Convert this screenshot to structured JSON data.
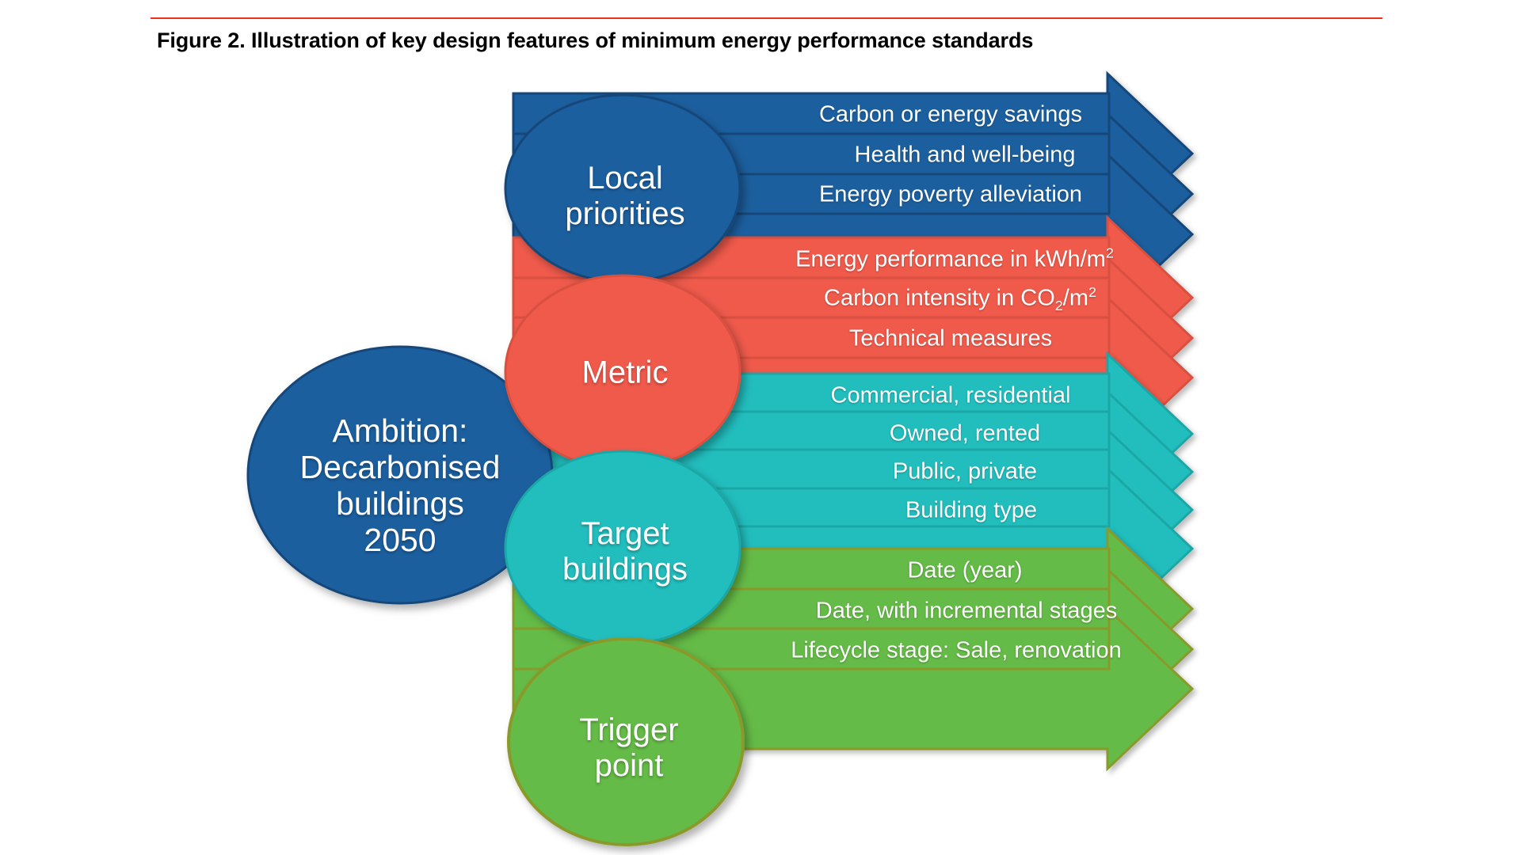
{
  "figure": {
    "title": "Figure 2. Illustration of key design features of minimum energy performance standards",
    "rule_color": "#ef3124"
  },
  "hub": {
    "label_lines": [
      "Ambition:",
      "Decarbonised",
      "buildings",
      "2050"
    ],
    "color": "#1b5e9e",
    "stroke": "#17477a"
  },
  "groups": [
    {
      "id": "local-priorities",
      "circle_label_lines": [
        "Local",
        "priorities"
      ],
      "color": "#1b5e9e",
      "stroke": "#17477a",
      "items": [
        "Carbon or energy savings",
        "Health and well-being",
        "Energy poverty alleviation"
      ]
    },
    {
      "id": "metric",
      "circle_label_lines": [
        "Metric"
      ],
      "color": "#ef5a4c",
      "stroke": "#d9503f",
      "items_html": [
        "Energy performance in kWh/m<sup>2</sup>",
        "Carbon intensity in CO<sub>2</sub>/m<sup>2</sup>",
        "Technical measures"
      ],
      "items": [
        "Energy performance in kWh/m2",
        "Carbon intensity in CO2/m2",
        "Technical measures"
      ]
    },
    {
      "id": "target-buildings",
      "circle_label_lines": [
        "Target",
        "buildings"
      ],
      "color": "#23bdbd",
      "stroke": "#1ba7a7",
      "items": [
        "Commercial, residential",
        "Owned, rented",
        "Public, private",
        "Building type"
      ]
    },
    {
      "id": "trigger-point",
      "circle_label_lines": [
        "Trigger",
        "point"
      ],
      "color": "#65bb46",
      "stroke": "#8a9a2b",
      "items": [
        "Date (year)",
        "Date, with incremental stages",
        "Lifecycle stage: Sale, renovation"
      ]
    }
  ]
}
